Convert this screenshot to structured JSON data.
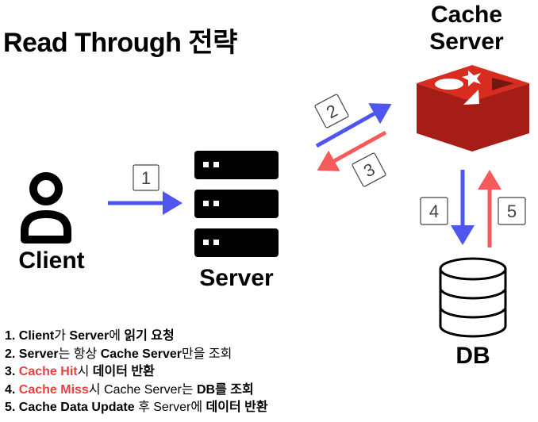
{
  "title": "Read Through 전략",
  "colors": {
    "request_arrow": "#4f55ef",
    "response_arrow": "#f75a5a",
    "redis_red": "#d82c20",
    "hit_miss_red": "#e8413d"
  },
  "nodes": {
    "client": {
      "label": "Client",
      "icon": "user-icon"
    },
    "server": {
      "label": "Server",
      "icon": "server-rack-icon"
    },
    "cache_server": {
      "label_line1": "Cache",
      "label_line2": "Server",
      "icon": "redis-logo-icon"
    },
    "db": {
      "label": "DB",
      "icon": "database-cylinder-icon"
    }
  },
  "arrows": [
    {
      "step": "1"
    },
    {
      "step": "2"
    },
    {
      "step": "3"
    },
    {
      "step": "4"
    },
    {
      "step": "5"
    }
  ],
  "steps": [
    [
      {
        "t": "1. ",
        "s": "b"
      },
      {
        "t": "Client",
        "s": "b"
      },
      {
        "t": "가 ",
        "s": "n"
      },
      {
        "t": "Server",
        "s": "b"
      },
      {
        "t": "에 ",
        "s": "n"
      },
      {
        "t": "읽기 요청",
        "s": "b"
      }
    ],
    [
      {
        "t": "2. ",
        "s": "b"
      },
      {
        "t": "Server",
        "s": "b"
      },
      {
        "t": "는 항상 ",
        "s": "n"
      },
      {
        "t": "Cache Server",
        "s": "b"
      },
      {
        "t": "만을 조회",
        "s": "n"
      }
    ],
    [
      {
        "t": "3. ",
        "s": "b"
      },
      {
        "t": "Cache Hit",
        "s": "r"
      },
      {
        "t": "시 ",
        "s": "n"
      },
      {
        "t": "데이터 반환",
        "s": "b"
      }
    ],
    [
      {
        "t": "4. ",
        "s": "b"
      },
      {
        "t": "Cache Miss",
        "s": "r"
      },
      {
        "t": "시 Cache Server는 ",
        "s": "n"
      },
      {
        "t": "DB를 조회",
        "s": "b"
      }
    ],
    [
      {
        "t": "5. ",
        "s": "b"
      },
      {
        "t": "Cache Data Update",
        "s": "b"
      },
      {
        "t": " 후 Server에 ",
        "s": "n"
      },
      {
        "t": "데이터 반환",
        "s": "b"
      }
    ]
  ]
}
